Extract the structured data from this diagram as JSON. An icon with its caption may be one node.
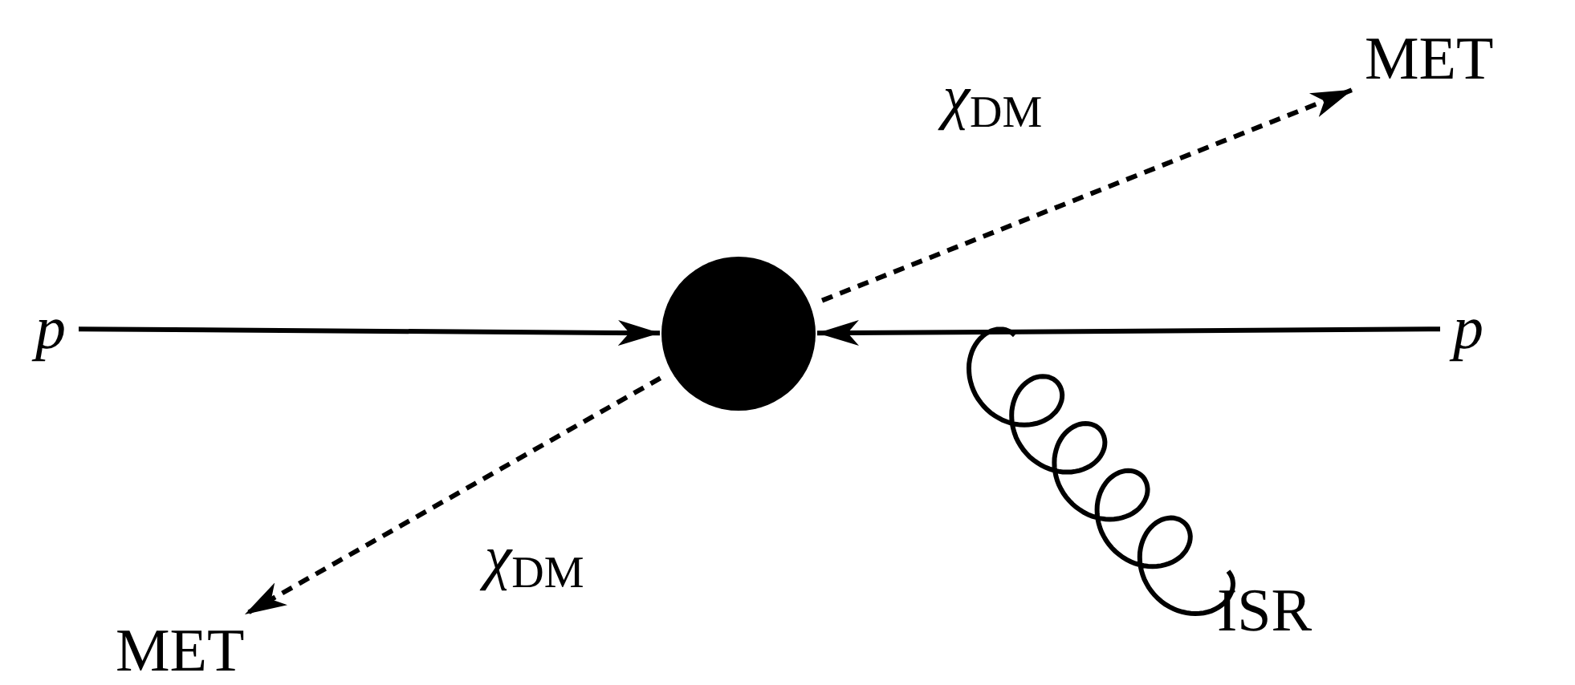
{
  "diagram": {
    "nodes": [
      {
        "text": [
          "MET"
        ]
      },
      {
        "text": [
          "p"
        ]
      },
      {
        "text": [],
        "shape": "circle"
      },
      {
        "text": [
          "p"
        ]
      },
      {
        "text": [
          "ISR"
        ]
      },
      {
        "text": [
          "MET"
        ]
      }
    ],
    "edges": [
      {
        "from": 1,
        "to": 2,
        "arrow": "to"
      },
      {
        "from": 3,
        "to": 2,
        "arrow": "to"
      },
      {
        "from": 2,
        "to": 0,
        "arrow": "to",
        "style": "dashed",
        "label": "χ$_{DM}$"
      },
      {
        "from": 2,
        "to": 5,
        "arrow": "to",
        "style": "dashed",
        "label": "χ$_{DM}$"
      },
      {
        "from": null,
        "to": 4,
        "arrow": "none"
      }
    ]
  }
}
